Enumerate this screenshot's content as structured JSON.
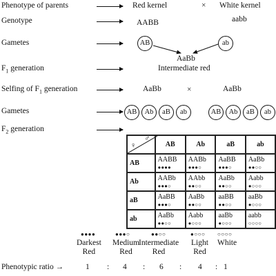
{
  "labels": {
    "parents": "Phenotype of parents",
    "genotype": "Genotype",
    "gametes": "Gametes",
    "f1_prefix": "F",
    "f1_sub": "1",
    "f1_suffix": " generation",
    "selfing_prefix": "Selfing of F",
    "selfing_sub": "1",
    "selfing_suffix": " generation",
    "gametes2": "Gametes",
    "f2_prefix": "F",
    "f2_sub": "2",
    "f2_suffix": " generation"
  },
  "cross1": {
    "parent1": "Red kernel",
    "times": "×",
    "parent2": "White kernel",
    "geno1": "AABB",
    "geno2": "aabb",
    "gamete1": "AB",
    "gamete2": "ab",
    "f1_geno": "AaBb",
    "f1_pheno": "Intermediate red"
  },
  "cross2": {
    "p1": "AaBb",
    "times": "×",
    "p2": "AaBb",
    "gametes_left": [
      "AB",
      "Ab",
      "aB",
      "ab"
    ],
    "gametes_right": [
      "AB",
      "Ab",
      "aB",
      "ab"
    ]
  },
  "punnett": {
    "female_symbol": "♀",
    "male_symbol": "♂",
    "cols": [
      "AB",
      "Ab",
      "aB",
      "ab"
    ],
    "rows": [
      {
        "head": "AB",
        "cells": [
          {
            "g": "AABB",
            "d": "●●●●"
          },
          {
            "g": "AABb",
            "d": "●●●○"
          },
          {
            "g": "AaBB",
            "d": "●●●○"
          },
          {
            "g": "AaBb",
            "d": "●●○○"
          }
        ]
      },
      {
        "head": "Ab",
        "cells": [
          {
            "g": "AABb",
            "d": "●●●○"
          },
          {
            "g": "AAbb",
            "d": "●●○○"
          },
          {
            "g": "AaBb",
            "d": "●●○○"
          },
          {
            "g": "Aabb",
            "d": "●○○○"
          }
        ]
      },
      {
        "head": "aB",
        "cells": [
          {
            "g": "AaBB",
            "d": "●●●○"
          },
          {
            "g": "AaBb",
            "d": "●●○○"
          },
          {
            "g": "aaBB",
            "d": "●●○○"
          },
          {
            "g": "aaBb",
            "d": "●○○○"
          }
        ]
      },
      {
        "head": "ab",
        "cells": [
          {
            "g": "AaBb",
            "d": "●●○○"
          },
          {
            "g": "Aabb",
            "d": "●○○○"
          },
          {
            "g": "aaBb",
            "d": "●○○○"
          },
          {
            "g": "aabb",
            "d": "○○○○"
          }
        ]
      }
    ]
  },
  "classes": [
    {
      "dots": "●●●●",
      "l1": "Darkest",
      "l2": "Red"
    },
    {
      "dots": "●●●○",
      "l1": "Medium",
      "l2": "Red"
    },
    {
      "dots": "●●○○",
      "l1": "Intermediate",
      "l2": "Red"
    },
    {
      "dots": "●○○○",
      "l1": "Light",
      "l2": "Red"
    },
    {
      "dots": "○○○○",
      "l1": "White",
      "l2": ""
    }
  ],
  "ratio": {
    "label": "Phenotypic ratio →",
    "values": [
      "1",
      "4",
      "6",
      "4",
      "1"
    ],
    "sep": ":"
  }
}
